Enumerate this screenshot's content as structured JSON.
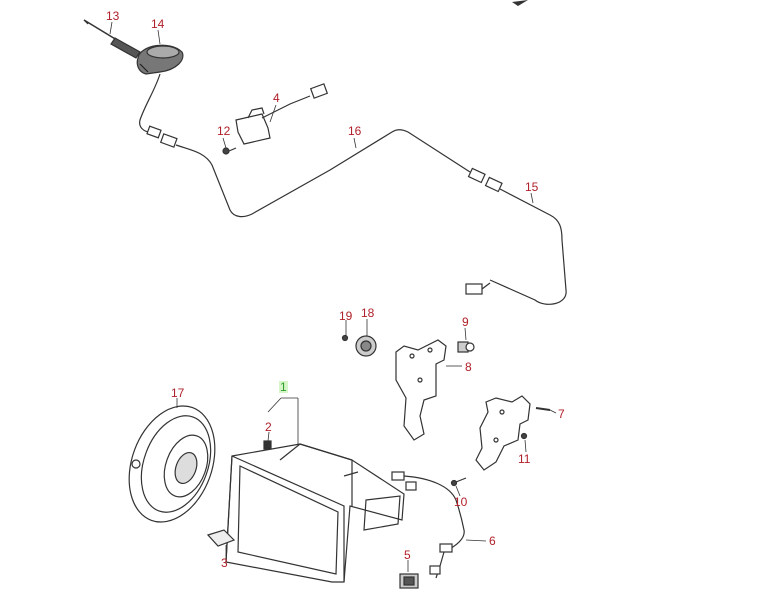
{
  "diagram": {
    "labels": [
      {
        "id": "13",
        "text": "13"
      },
      {
        "id": "14",
        "text": "14"
      },
      {
        "id": "4",
        "text": "4"
      },
      {
        "id": "12",
        "text": "12"
      },
      {
        "id": "16",
        "text": "16"
      },
      {
        "id": "15",
        "text": "15"
      },
      {
        "id": "19",
        "text": "19"
      },
      {
        "id": "18",
        "text": "18"
      },
      {
        "id": "9",
        "text": "9"
      },
      {
        "id": "8",
        "text": "8"
      },
      {
        "id": "1",
        "text": "1",
        "highlight": true
      },
      {
        "id": "17",
        "text": "17"
      },
      {
        "id": "2",
        "text": "2"
      },
      {
        "id": "7",
        "text": "7"
      },
      {
        "id": "11",
        "text": "11"
      },
      {
        "id": "10",
        "text": "10"
      },
      {
        "id": "6",
        "text": "6"
      },
      {
        "id": "5",
        "text": "5"
      },
      {
        "id": "3",
        "text": "3"
      }
    ],
    "colors": {
      "label": "#b0202a",
      "highlight_text": "#2e9e2e",
      "highlight_bg": "#d6f5c8",
      "line": "#333333"
    }
  }
}
